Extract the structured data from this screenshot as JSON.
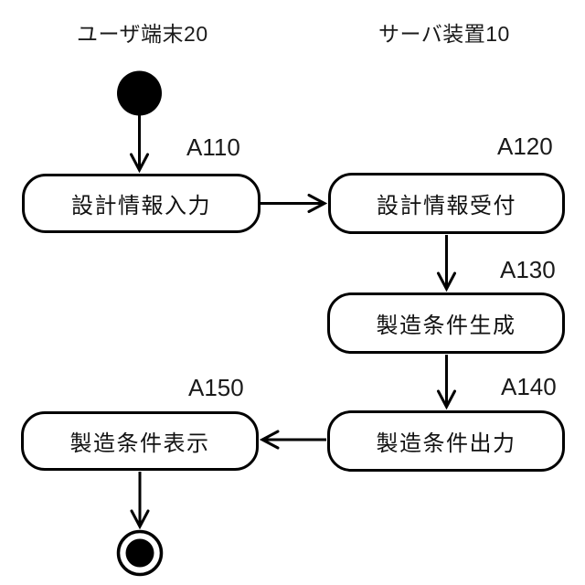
{
  "colors": {
    "ink": "#000000",
    "paper": "#ffffff"
  },
  "lanes": [
    {
      "label": "ユーザ端末20"
    },
    {
      "label": "サーバ装置10"
    }
  ],
  "steps": [
    {
      "tag": "A110",
      "label": "設計情報入力"
    },
    {
      "tag": "A120",
      "label": "設計情報受付"
    },
    {
      "tag": "A130",
      "label": "製造条件生成"
    },
    {
      "tag": "A140",
      "label": "製造条件出力"
    },
    {
      "tag": "A150",
      "label": "製造条件表示"
    }
  ],
  "symbols": {
    "start": "initial-node-filled-circle",
    "end": "final-node-ringed-circle"
  }
}
